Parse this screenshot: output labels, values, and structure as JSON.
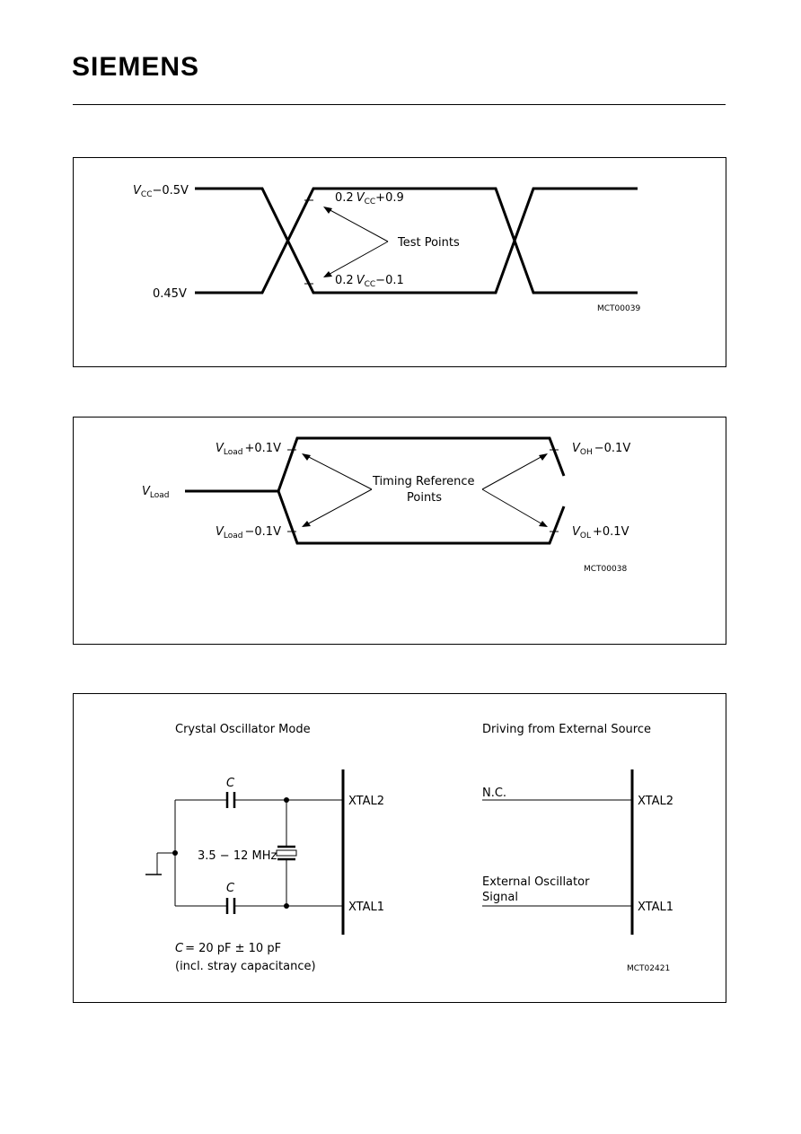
{
  "header": {
    "logo_text": "SIEMENS"
  },
  "fig1": {
    "v_high": {
      "sym": "V",
      "sub": "CC",
      "rest": "−0.5V"
    },
    "v_low": "0.45V",
    "tp_high": {
      "pre": "0.2",
      "sym": "V",
      "sub": "CC",
      "rest": "+0.9"
    },
    "tp_low": {
      "pre": "0.2",
      "sym": "V",
      "sub": "CC",
      "rest": "−0.1"
    },
    "test_points": "Test Points",
    "code": "MCT00039"
  },
  "fig2": {
    "vload": {
      "sym": "V",
      "sub": "Load"
    },
    "vload_plus": {
      "sym": "V",
      "sub": "Load",
      "rest": "+0.1V"
    },
    "vload_minus": {
      "sym": "V",
      "sub": "Load",
      "rest": "−0.1V"
    },
    "voh": {
      "sym": "V",
      "sub": "OH",
      "rest": "−0.1V"
    },
    "vol": {
      "sym": "V",
      "sub": "OL",
      "rest": "+0.1V"
    },
    "timing_ref_line1": "Timing Reference",
    "timing_ref_line2": "Points",
    "code": "MCT00038"
  },
  "fig3": {
    "left_title": "Crystal Oscillator Mode",
    "right_title": "Driving from External Source",
    "cap_label": "C",
    "freq": "3.5 − 12 MHz",
    "xtal2": "XTAL2",
    "xtal1": "XTAL1",
    "nc": "N.C.",
    "ext_osc_line1": "External Oscillator",
    "ext_osc_line2": "Signal",
    "cap_value": "= 20 pF ± 10 pF",
    "cap_note": "(incl. stray capacitance)",
    "code": "MCT02421"
  }
}
